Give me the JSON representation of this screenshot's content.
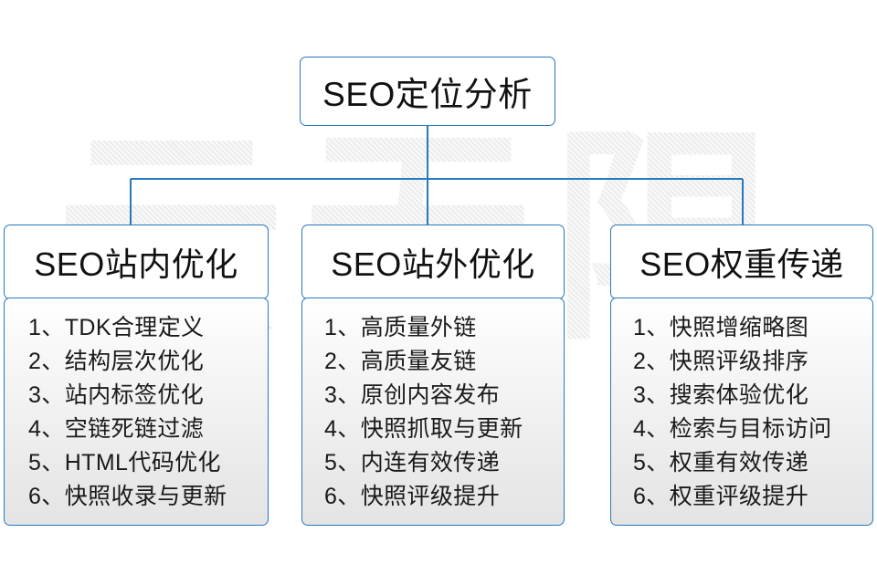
{
  "diagram": {
    "root": {
      "label": "SEO定位分析"
    },
    "watermark": {
      "chars": [
        "云",
        "无",
        "限"
      ]
    },
    "accent_color": "#2878bd",
    "text_color": "#111111",
    "branches": [
      {
        "id": "seo-onsite",
        "header": "SEO站内优化",
        "items": [
          "1、TDK合理定义",
          "2、结构层次优化",
          "3、站内标签优化",
          "4、空链死链过滤",
          "5、HTML代码优化",
          "6、快照收录与更新"
        ]
      },
      {
        "id": "seo-offsite",
        "header": "SEO站外优化",
        "items": [
          "1、高质量外链",
          "2、高质量友链",
          "3、原创内容发布",
          "4、快照抓取与更新",
          "5、内连有效传递",
          "6、快照评级提升"
        ]
      },
      {
        "id": "seo-weight",
        "header": "SEO权重传递",
        "items": [
          "1、快照增缩略图",
          "2、快照评级排序",
          "3、搜索体验优化",
          "4、检索与目标访问",
          "5、权重有效传递",
          "6、权重评级提升"
        ]
      }
    ]
  }
}
